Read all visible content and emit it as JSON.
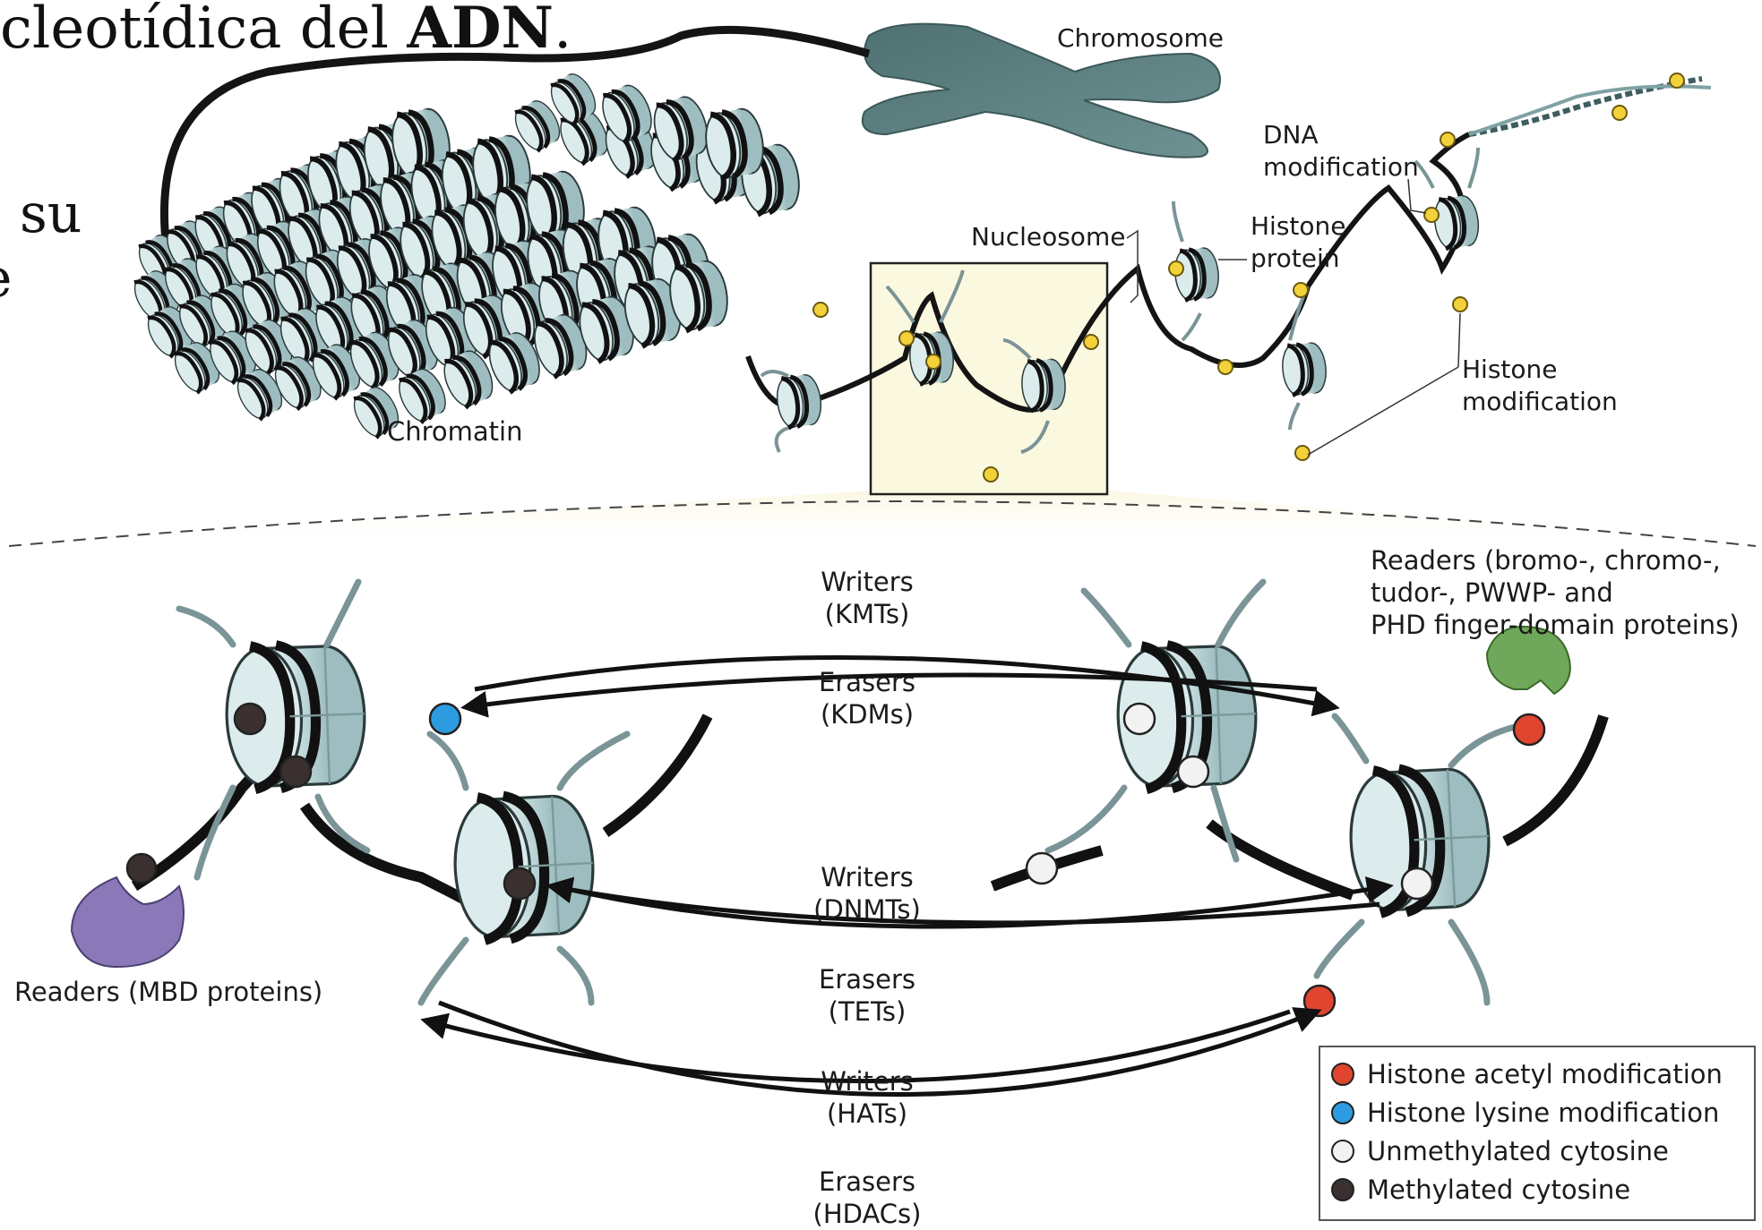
{
  "slide": {
    "title_regular": "cleotídica del ",
    "title_bold": "ADN",
    "title_end": ".",
    "fragment_1": "su",
    "fragment_2": "e"
  },
  "labels": {
    "chromosome": "Chromosome",
    "chromatin": "Chromatin",
    "nucleosome": "Nucleosome",
    "histone_protein_1": "Histone",
    "histone_protein_2": "protein",
    "dna_modification_1": "DNA",
    "dna_modification_2": "modification",
    "histone_modification_1": "Histone",
    "histone_modification_2": "modification",
    "readers_top_1": "Readers (bromo-, chromo-,",
    "readers_top_2": "tudor-, PWWP- and",
    "readers_top_3": "PHD finger-domain proteins)",
    "readers_mbd": "Readers (MBD proteins)",
    "writers_kmts_1": "Writers",
    "writers_kmts_2": "(KMTs)",
    "erasers_kdms_1": "Erasers",
    "erasers_kdms_2": "(KDMs)",
    "writers_dnmts_1": "Writers",
    "writers_dnmts_2": "(DNMTs)",
    "erasers_tets_1": "Erasers",
    "erasers_tets_2": "(TETs)",
    "writers_hats_1": "Writers",
    "writers_hats_2": "(HATs)",
    "erasers_hdacs_1": "Erasers",
    "erasers_hdacs_2": "(HDACs)"
  },
  "legend": [
    {
      "label": "Histone acetyl modification",
      "color": "#e0452f"
    },
    {
      "label": "Histone lysine modification",
      "color": "#2d9be0"
    },
    {
      "label": "Unmethylated cytosine",
      "color": "#f2f2f2"
    },
    {
      "label": "Methylated cytosine",
      "color": "#3a3030"
    }
  ],
  "colors": {
    "histone": "#c9dfe0",
    "histone_dark": "#8fb0b3",
    "dna": "#111111",
    "modification_yellow": "#f3d13a",
    "highlight": "#fbf8e0",
    "reader_purple": "#8a78b8",
    "reader_green": "#6fa85a",
    "chromosome": "#5d7f80"
  }
}
